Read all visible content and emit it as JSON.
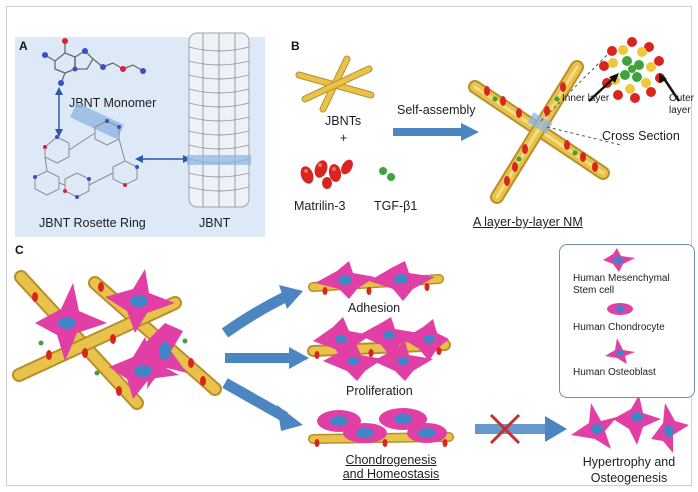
{
  "panels": {
    "a": "A",
    "b": "B",
    "c": "C"
  },
  "panel_a": {
    "monomer_label": "JBNT Monomer",
    "rosette_label": "JBNT Rosette Ring",
    "jbnt_label": "JBNT"
  },
  "panel_b": {
    "jbnts_label": "JBNTs",
    "plus_label": "+",
    "matrilin_label": "Matrilin-3",
    "tgf_label": "TGF-β1",
    "self_assembly_label": "Self-assembly",
    "nm_label": "A layer-by-layer NM",
    "inner_layer_label": "Inner layer",
    "outer_layer_label": "Outer layer",
    "cross_section_label": "Cross Section"
  },
  "panel_c": {
    "adhesion_label": "Adhesion",
    "proliferation_label": "Proliferation",
    "chondro_label_1": "Chondrogenesis",
    "chondro_label_2": "and Homeostasis",
    "hypertrophy_label_1": "Hypertrophy and",
    "hypertrophy_label_2": "Osteogenesis"
  },
  "legend": {
    "msc_label_1": "Human Mesenchymal",
    "msc_label_2": "Stem cell",
    "chondrocyte_label": "Human Chondrocyte",
    "osteoblast_label": "Human Osteoblast"
  },
  "colors": {
    "tube": "#e8c24a",
    "tube_dark": "#b8902a",
    "matrilin": "#d8251f",
    "tgf": "#3ea33a",
    "cell": "#e23fa6",
    "nucleus": "#3f86c9",
    "arrow": "#4b86c2",
    "cross": "#c8302f",
    "panel_a_bg": "#dde9f7"
  }
}
